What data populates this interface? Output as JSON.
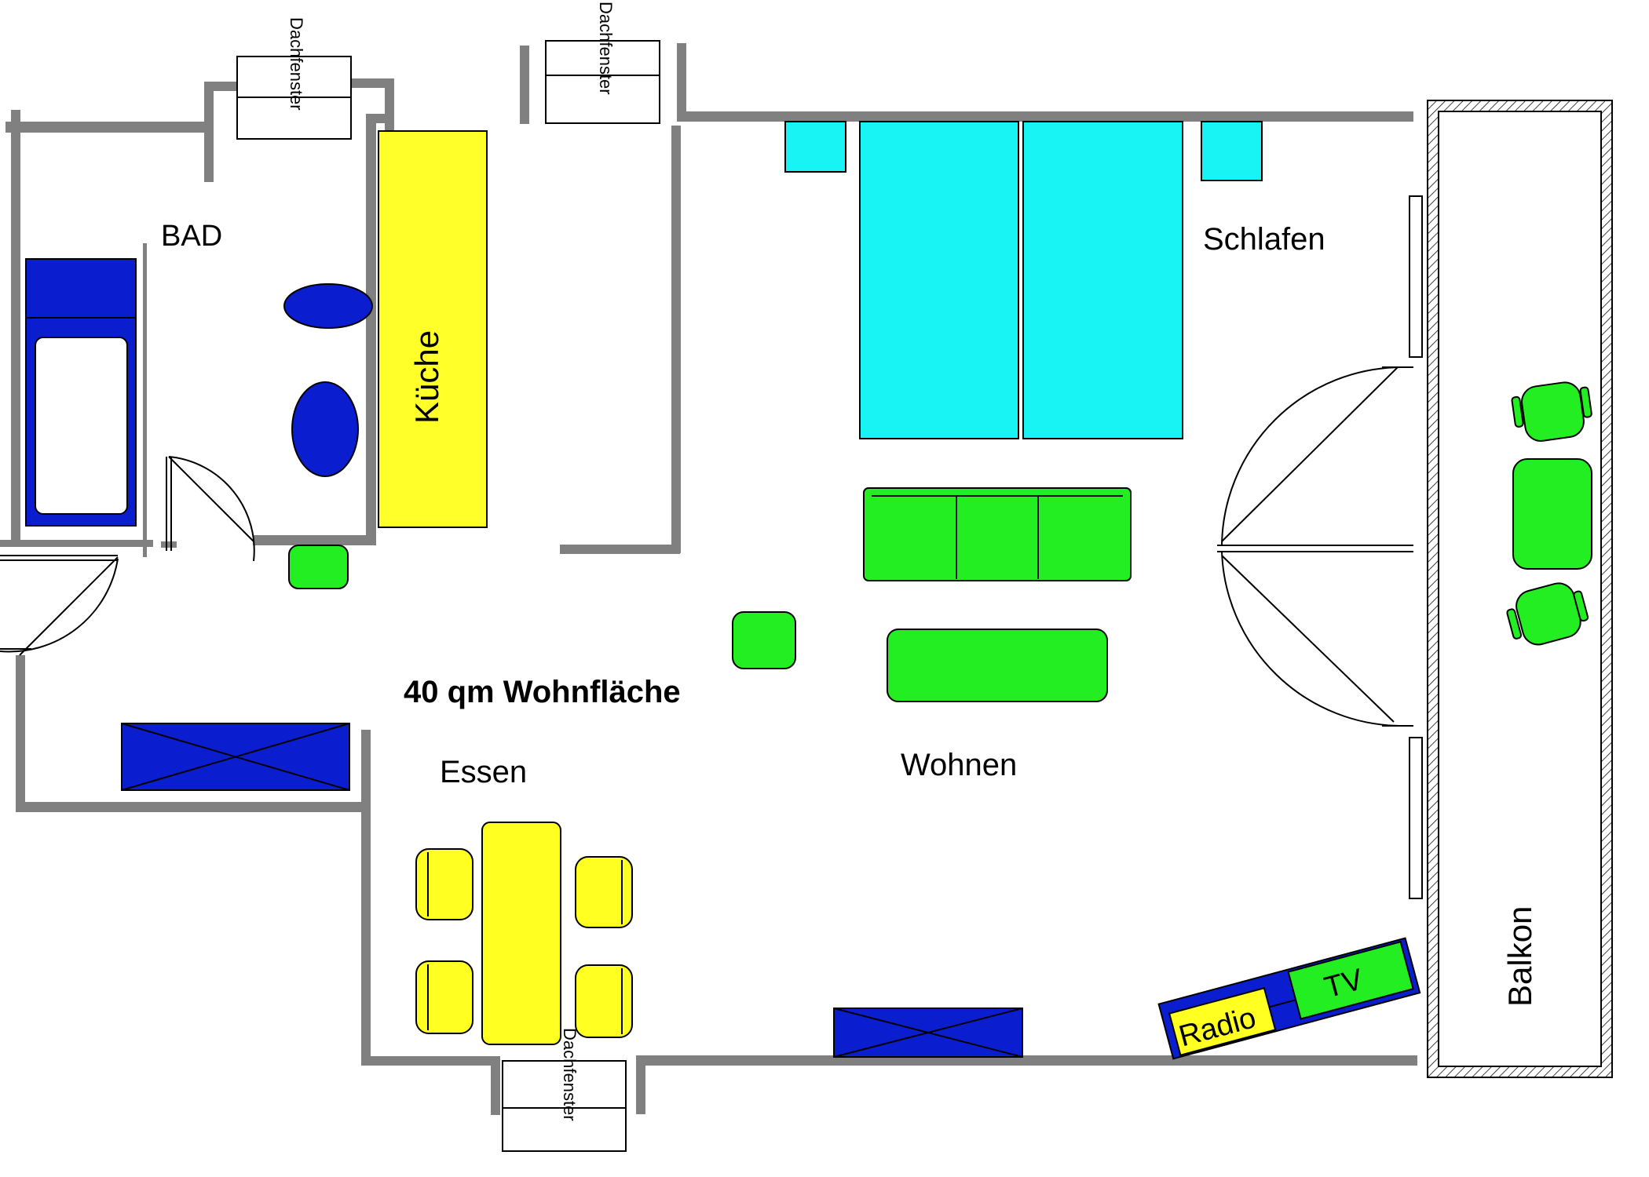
{
  "labels": {
    "bad": "BAD",
    "kueche": "Küche",
    "schlafen": "Schlafen",
    "wohnflaeche": "40 qm Wohnfläche",
    "essen": "Essen",
    "wohnen": "Wohnen",
    "balkon": "Balkon",
    "radio": "Radio",
    "tv": "TV",
    "dachfenster": "Dachfenster"
  },
  "colors": {
    "wall": "#808080",
    "bath_blue": "#0a1ecf",
    "kitchen_yellow": "#ffff2a",
    "bed_cyan": "#18f4f4",
    "sofa_green": "#22ee22",
    "table_yellow": "#ffff22"
  }
}
